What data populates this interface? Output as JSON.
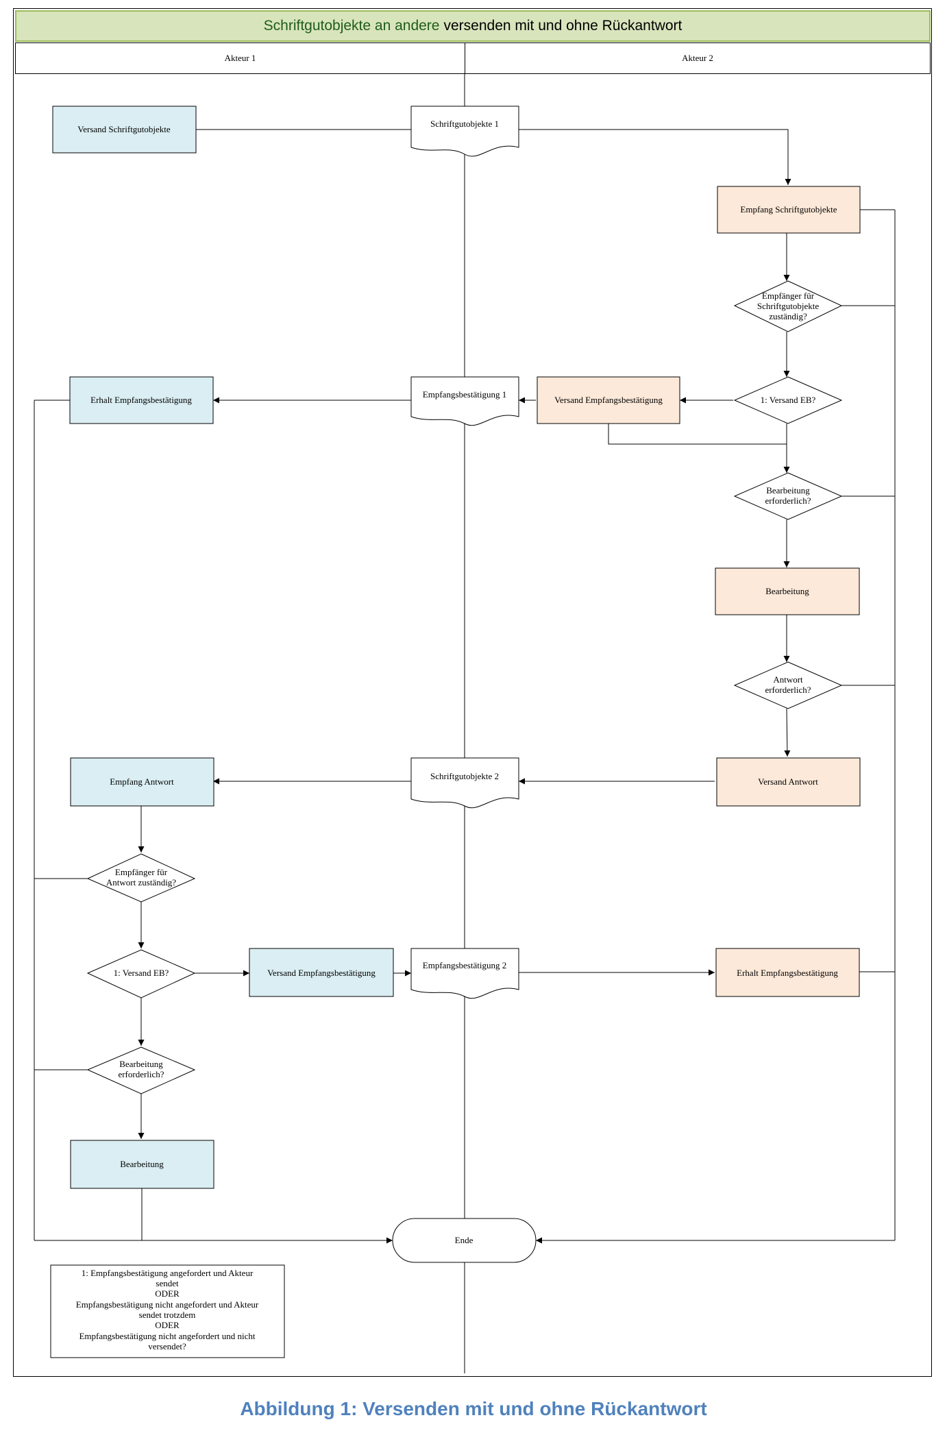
{
  "title": {
    "part1": "Schriftgutobjekte an andere",
    "part2": "versenden mit und ohne Rückantwort"
  },
  "lanes": [
    "Akteur 1",
    "Akteur 2"
  ],
  "nodes": {
    "versand_sgo": "Versand Schriftgutobjekte",
    "sgo1": "Schriftgutobjekte 1",
    "empfang_sgo": "Empfang Schriftgutobjekte",
    "empfaenger_sgo_q": [
      "Empfänger für",
      "Schriftgutobjekte",
      "zuständig?"
    ],
    "versand_eb_q2": "1: Versand EB?",
    "versand_eb2": "Versand Empfangsbestätigung",
    "eb1": "Empfangsbestätigung 1",
    "erhalt_eb1": "Erhalt Empfangsbestätigung",
    "bearbeitung_q2": [
      "Bearbeitung",
      "erforderlich?"
    ],
    "bearbeitung2": "Bearbeitung",
    "antwort_q": [
      "Antwort",
      "erforderlich?"
    ],
    "versand_antwort": "Versand Antwort",
    "sgo2": "Schriftgutobjekte 2",
    "empfang_antwort": "Empfang Antwort",
    "empfaenger_antwort_q": [
      "Empfänger für",
      "Antwort zuständig?"
    ],
    "versand_eb_q1": "1: Versand EB?",
    "versand_eb1": "Versand Empfangsbestätigung",
    "eb2": "Empfangsbestätigung 2",
    "erhalt_eb2": "Erhalt Empfangsbestätigung",
    "bearbeitung_q1": [
      "Bearbeitung",
      "erforderlich?"
    ],
    "bearbeitung1": "Bearbeitung",
    "ende": "Ende"
  },
  "note": [
    "1: Empfangsbestätigung angefordert und Akteur",
    "sendet",
    "ODER",
    "Empfangsbestätigung nicht angefordert und Akteur",
    "sendet trotzdem",
    "ODER",
    "Empfangsbestätigung nicht angefordert und nicht",
    "versendet?"
  ],
  "caption": "Abbildung 1: Versenden mit und ohne Rückantwort",
  "colors": {
    "actor1_fill": "#daeef3",
    "actor2_fill": "#fde9d9",
    "title_fill": "#d8e4bc",
    "title_border": "#9bbb59",
    "caption": "#4f81bd"
  }
}
